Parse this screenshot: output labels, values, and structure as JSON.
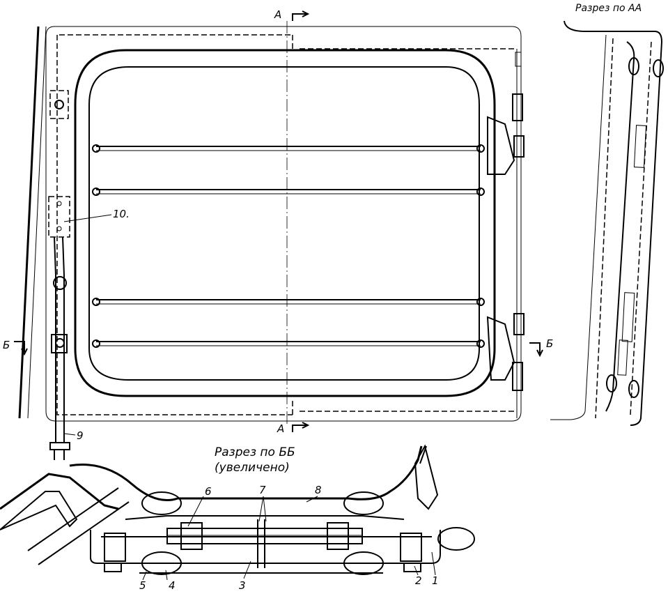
{
  "labels": {
    "section_a_top": "А",
    "section_a_bottom": "А",
    "section_b_left": "Б",
    "section_b_right": "Б",
    "section_aa_title": "Разрез по АА",
    "section_bb_title": "Разрез по ББ",
    "section_bb_subtitle": "(увеличено)",
    "callouts": [
      "1",
      "2",
      "3",
      "4",
      "5",
      "6",
      "7",
      "8",
      "9",
      "10."
    ]
  }
}
